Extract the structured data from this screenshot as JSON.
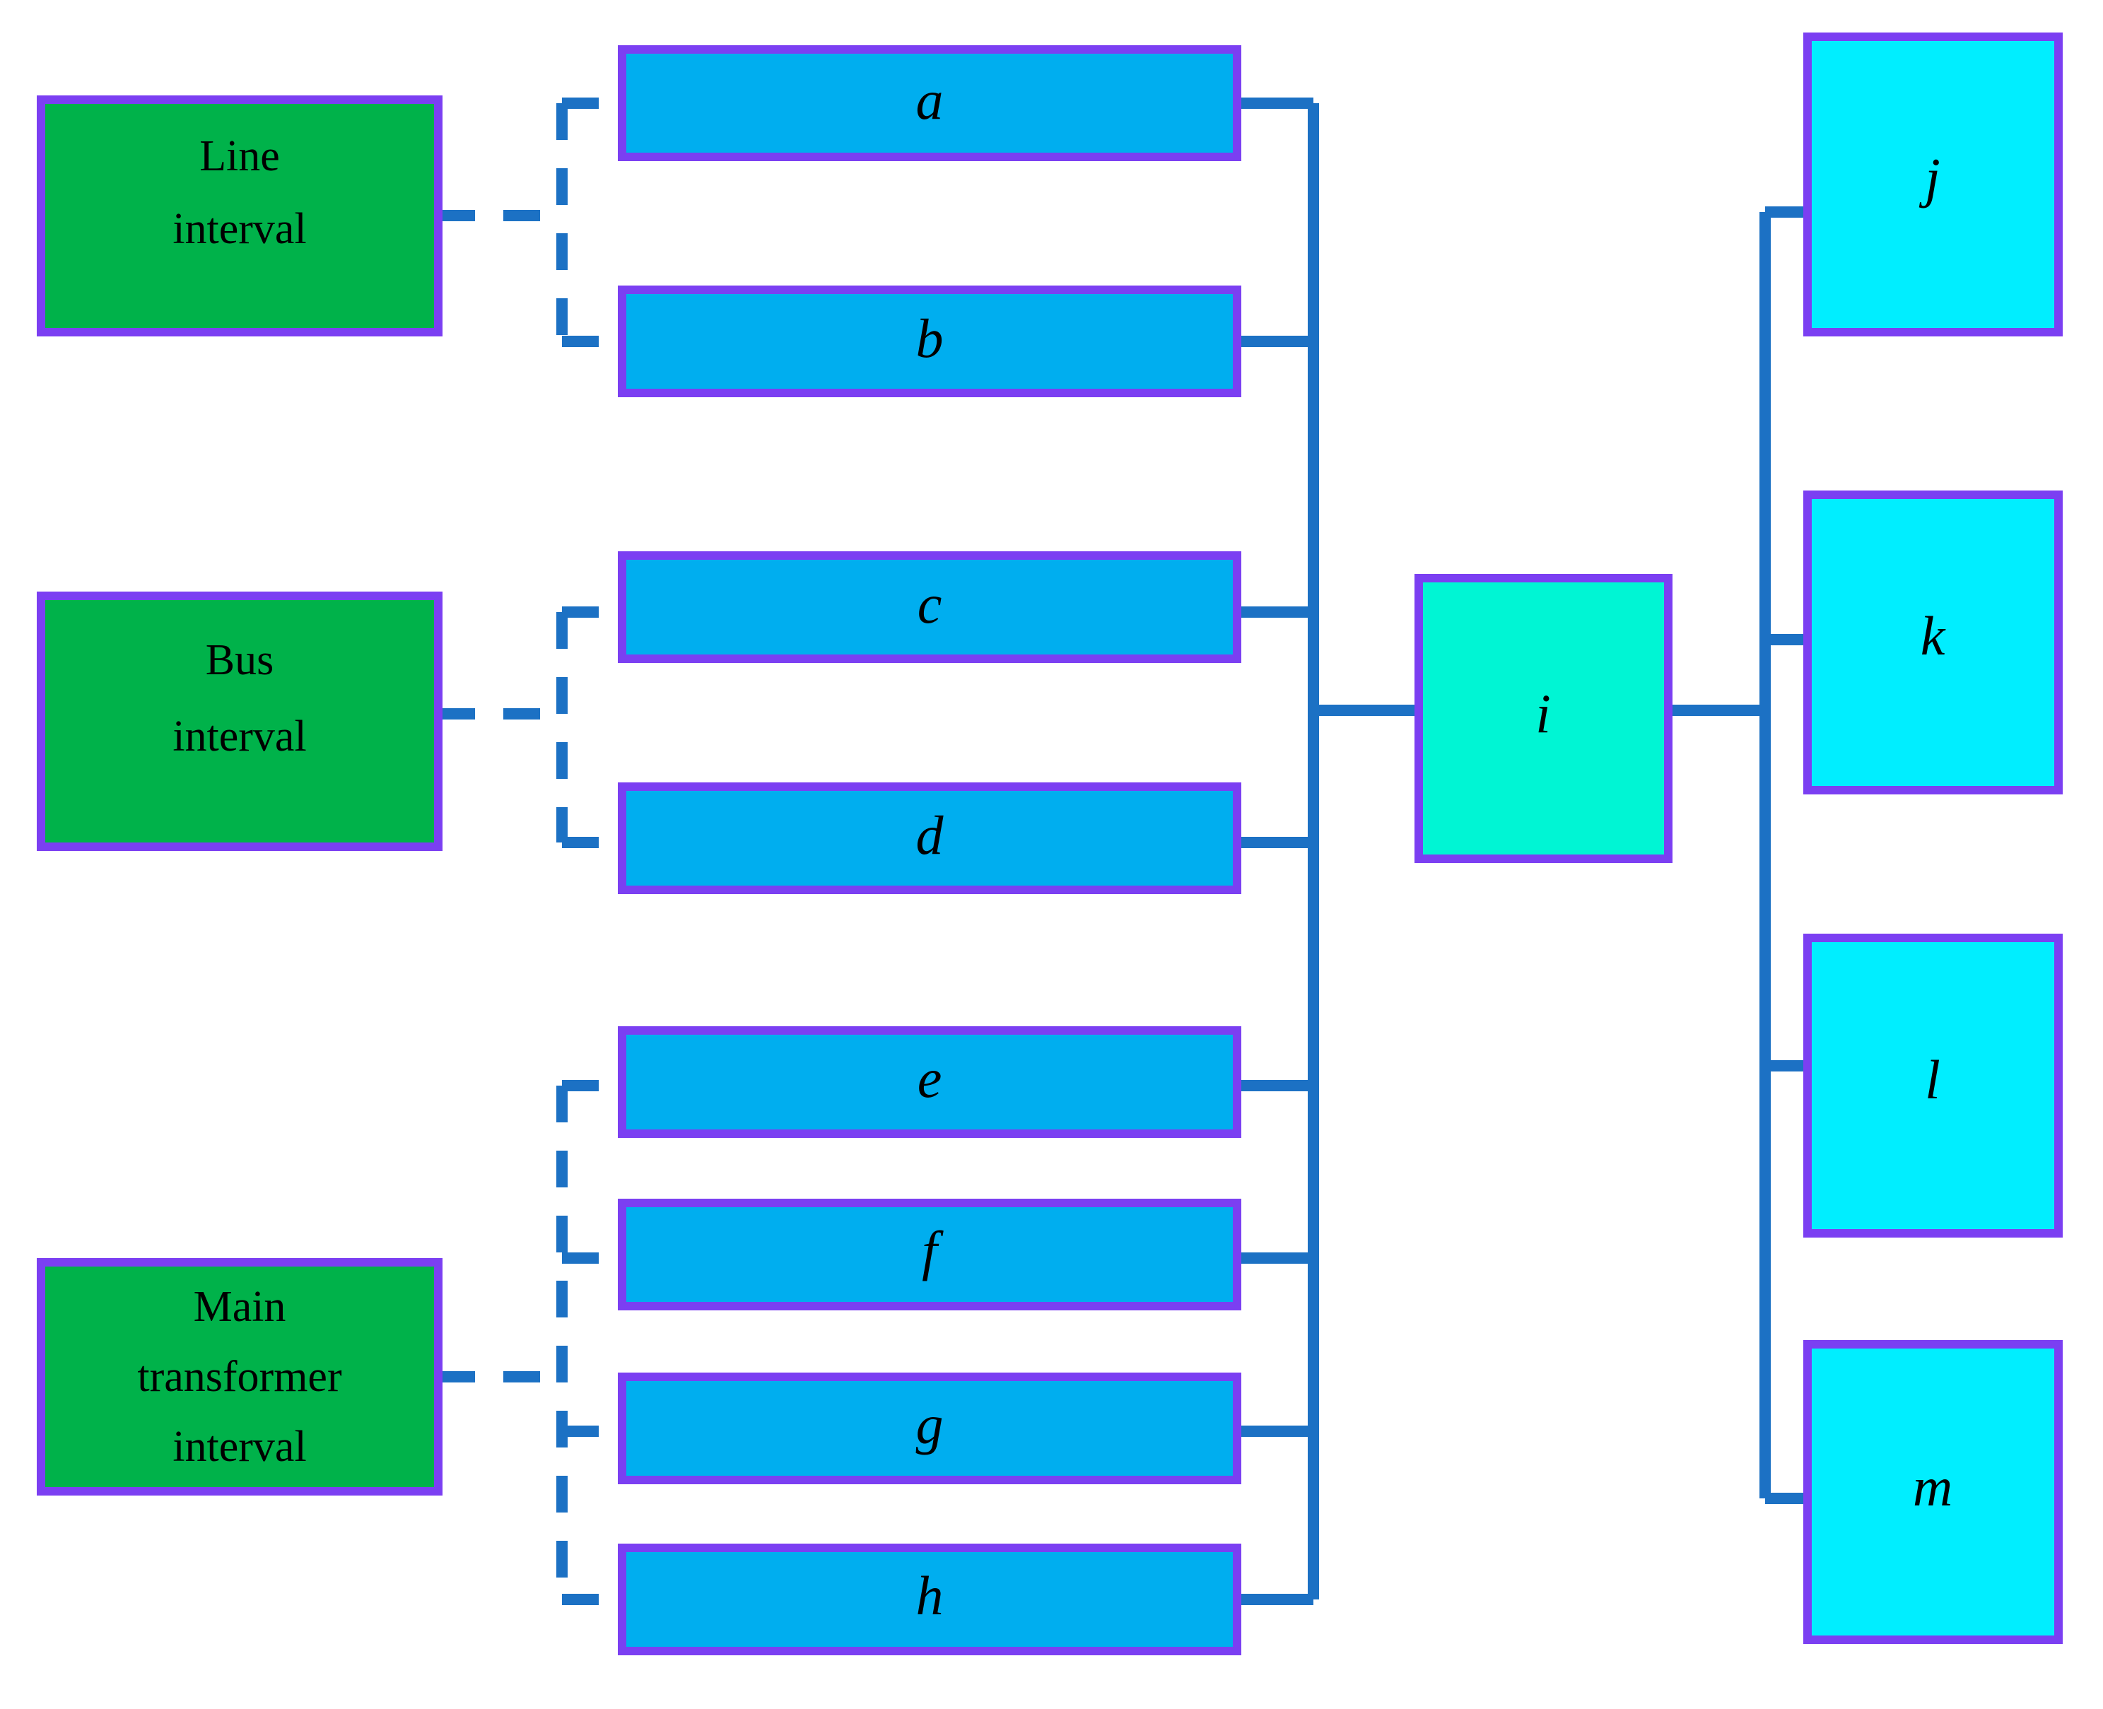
{
  "diagram": {
    "type": "hierarchical-block-diagram",
    "background_color": "#ffffff",
    "palette": {
      "group_fill": "#00B24A",
      "item_fill": "#00AEEF",
      "hub_fill": "#00F5D4",
      "output_fill": "#00EEFF",
      "box_border": "#7B3FF2",
      "connector": "#1C71C4",
      "text": "#000000"
    },
    "groups": [
      {
        "id": "line-interval",
        "label": "Line\ninterval",
        "line1": "Line",
        "line2": "interval",
        "line3": "",
        "members": [
          "a",
          "b"
        ]
      },
      {
        "id": "bus-interval",
        "label": "Bus\ninterval",
        "line1": "Bus",
        "line2": "interval",
        "line3": "",
        "members": [
          "c",
          "d"
        ]
      },
      {
        "id": "main-transformer-interval",
        "label": "Main\ntransformer\ninterval",
        "line1": "Main",
        "line2": "transformer",
        "line3": "interval",
        "members": [
          "e",
          "f",
          "g",
          "h"
        ]
      }
    ],
    "items": [
      {
        "id": "a",
        "label": "a",
        "group": "line-interval"
      },
      {
        "id": "b",
        "label": "b",
        "group": "line-interval"
      },
      {
        "id": "c",
        "label": "c",
        "group": "bus-interval"
      },
      {
        "id": "d",
        "label": "d",
        "group": "bus-interval"
      },
      {
        "id": "e",
        "label": "e",
        "group": "main-transformer-interval"
      },
      {
        "id": "f",
        "label": "f",
        "group": "main-transformer-interval"
      },
      {
        "id": "g",
        "label": "g",
        "group": "main-transformer-interval"
      },
      {
        "id": "h",
        "label": "h",
        "group": "main-transformer-interval"
      }
    ],
    "hub": {
      "id": "i",
      "label": "i"
    },
    "outputs": [
      {
        "id": "j",
        "label": "j"
      },
      {
        "id": "k",
        "label": "k"
      },
      {
        "id": "l",
        "label": "l"
      },
      {
        "id": "m",
        "label": "m"
      }
    ],
    "connectors": {
      "group_to_items": "dashed",
      "items_to_hub": "solid",
      "hub_to_outputs": "solid"
    }
  }
}
